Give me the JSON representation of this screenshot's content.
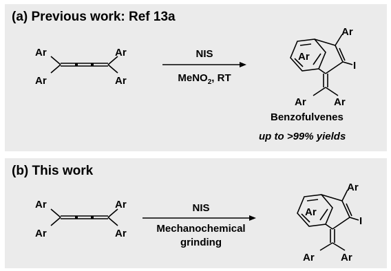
{
  "panel_a": {
    "title": "(a) Previous work: Ref 13a",
    "aryl_label": "Ar",
    "reagent": "NIS",
    "conditions_pre": "MeNO",
    "conditions_sub": "2",
    "conditions_post": ", RT",
    "iodo_label": "I",
    "product_name": "Benzofulvenes",
    "yield_text": "up to >99% yields"
  },
  "panel_b": {
    "title": "(b) This work",
    "aryl_label": "Ar",
    "reagent": "NIS",
    "conditions_line1": "Mechanochemical",
    "conditions_line2": "grinding",
    "iodo_label": "I"
  }
}
